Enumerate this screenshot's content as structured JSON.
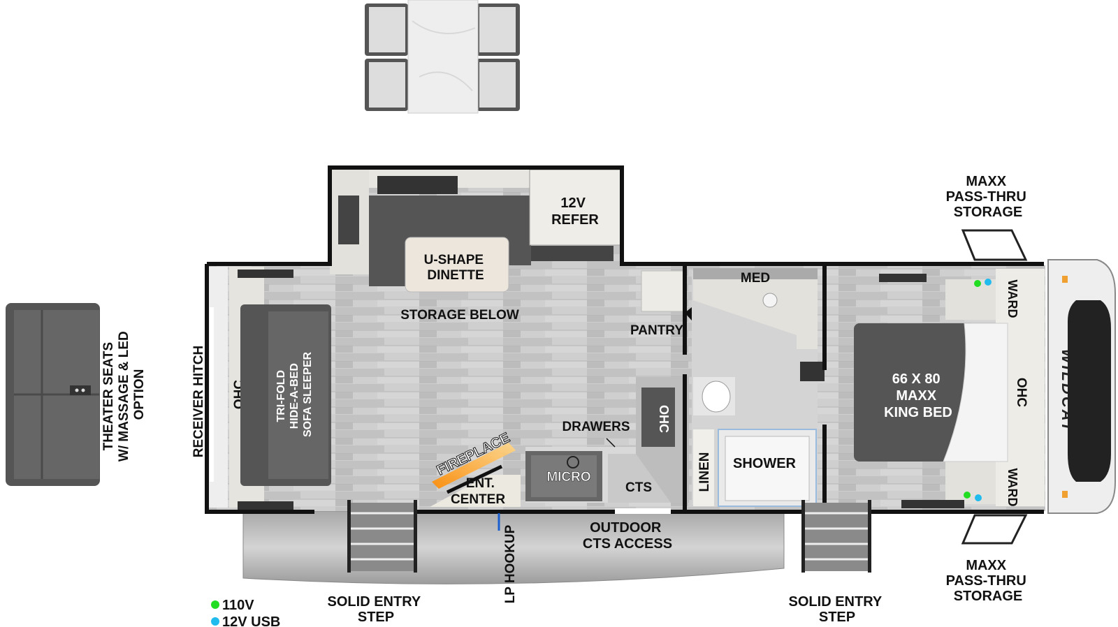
{
  "labels": {
    "maxx_top": [
      "MAXX",
      "PASS-THRU",
      "STORAGE"
    ],
    "maxx_bottom": [
      "MAXX",
      "PASS-THRU",
      "STORAGE"
    ],
    "refer": [
      "12V",
      "REFER"
    ],
    "dinette": [
      "U-SHAPE",
      "DINETTE"
    ],
    "storage_below": "STORAGE BELOW",
    "med": "MED",
    "pantry": "PANTRY",
    "ward_top": "WARD",
    "ward_bottom": "WARD",
    "bed": [
      "66 X 80",
      "MAXX",
      "KING BED"
    ],
    "ohc_front": "OHC",
    "ohc_rear": "OHC",
    "ohc_kitchen": "OHC",
    "sofa": [
      "TRI-FOLD",
      "HIDE-A-BED",
      "SOFA SLEEPER"
    ],
    "receiver_hitch": "RECEIVER HITCH",
    "theater": [
      "THEATER SEATS",
      "W/ MASSAGE & LED",
      "OPTION"
    ],
    "drawers": "DRAWERS",
    "fireplace": "FIREPLACE",
    "ent_center": [
      "ENT.",
      "CENTER"
    ],
    "micro": "MICRO",
    "cts": "CTS",
    "linen": "LINEN",
    "shower": "SHOWER",
    "outdoor_cts": [
      "OUTDOOR",
      "CTS ACCESS"
    ],
    "lp_hookup": "LP HOOKUP",
    "solid_step_left": [
      "SOLID ENTRY",
      "STEP"
    ],
    "solid_step_right": [
      "SOLID ENTRY",
      "STEP"
    ],
    "brand": "WILDCAT"
  },
  "legend": [
    {
      "label": "110V",
      "color": "#22dd22"
    },
    {
      "label": "12V USB",
      "color": "#22bbee"
    }
  ],
  "colors": {
    "wall": "#111111",
    "floor": "#c9c9c9",
    "cabinet": "#e6e3dc",
    "sofa": "#555555",
    "awning": "#b9b9b9"
  }
}
